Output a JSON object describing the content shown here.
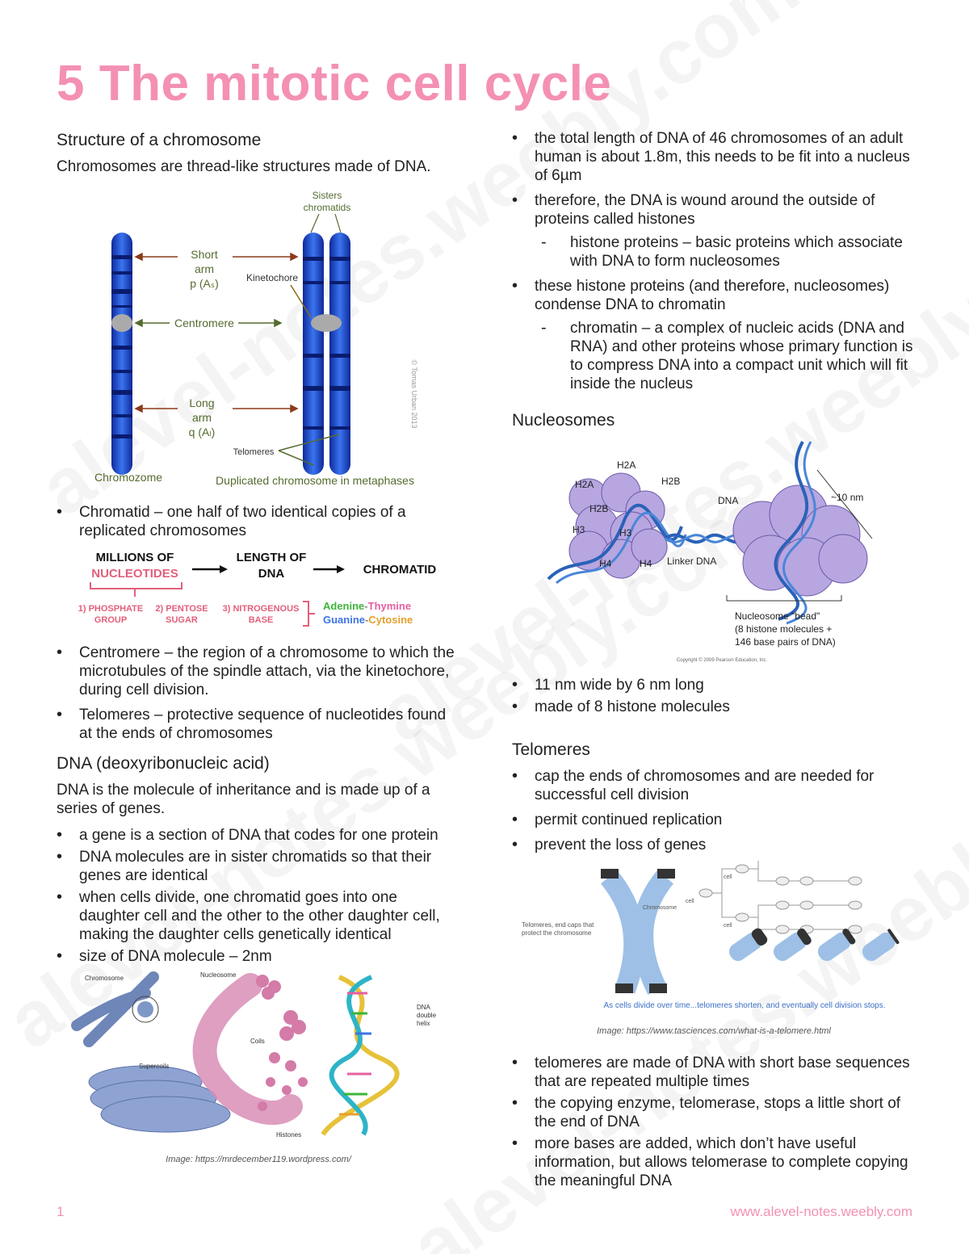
{
  "title": "5 The mitotic cell cycle",
  "left": {
    "s1_heading": "Structure of a chromosome",
    "s1_intro": "Chromosomes are thread-like structures made of DNA.",
    "fig1": {
      "sisters": "Sisters",
      "chromatids": "chromatids",
      "short": "Short",
      "arm": "arm",
      "p": "p (Aₛ)",
      "kinetochore": "Kinetochore",
      "centromere": "Centromere",
      "long": "Long",
      "arm2": "arm",
      "q": "q (Aₗ)",
      "telomeres": "Telomeres",
      "copyright": "© Tomas Urban 2013",
      "chromozome": "Chromozome",
      "duplicated": "Duplicated chromosome in metaphases"
    },
    "chromatid_bullet": "Chromatid – one half of two identical copies of a replicated chromosomes",
    "fig2": {
      "millions_of": "MILLIONS OF",
      "nucleotides": "NUCLEOTIDES",
      "length_of": "LENGTH OF",
      "dna": "DNA",
      "chromatid": "CHROMATID",
      "phosphate1": "1) PHOSPHATE",
      "phosphate2": "GROUP",
      "pentose1": "2) PENTOSE",
      "pentose2": "SUGAR",
      "nitrogenous1": "3) NITROGENOUS",
      "nitrogenous2": "BASE",
      "adenine": "Adenine",
      "thymine": "Thymine",
      "guanine": "Guanine",
      "cytosine": "Cytosine"
    },
    "bullets_a": [
      "Centromere – the region of a chromosome to which the microtubules of the spindle attach, via the kinetochore, during cell division.",
      "Telomeres – protective sequence of nucleotides found at the ends of chromosomes"
    ],
    "s2_heading": "DNA (deoxyribonucleic acid)",
    "s2_intro": "DNA is the molecule of inheritance and is made up of a series of genes.",
    "bullets_b": [
      "a gene is a section of DNA that codes for one protein",
      "DNA molecules are in sister chromatids so that their genes are identical",
      "when cells divide, one chromatid goes into one daughter cell and the other to the other daughter cell, making the daughter cells genetically identical",
      "size of DNA molecule – 2nm"
    ],
    "fig3": {
      "chromosome": "Chromosome",
      "nucleosome": "Nucleosome",
      "dna": "DNA",
      "double": "double",
      "helix": "helix",
      "coils": "Coils",
      "supercoils": "Supercoils",
      "histones": "Histones"
    },
    "fig3_caption_prefix": "Image: ",
    "fig3_caption_link": "https://mrdecember119.wordpress.com/"
  },
  "right": {
    "bullets_top": [
      "the total length of DNA of 46 chromosomes of an adult human is about 1.8m, this needs to be fit into a nucleus of 6µm",
      "therefore, the DNA is wound around the outside of proteins called histones"
    ],
    "sub_histone": "histone proteins – basic proteins which associate with DNA to form nucleosomes",
    "bullet_condense": "these histone proteins (and therefore, nucleosomes) condense DNA to chromatin",
    "sub_chromatin": "chromatin – a complex of nucleic acids (DNA and RNA) and other proteins whose primary function is to compress DNA into a compact unit which will fit inside the nucleus",
    "nucleosomes_heading": "Nucleosomes",
    "fig4": {
      "h2a_top": "H2A",
      "h2a": "H2A",
      "h2b_top": "H2B",
      "h2b": "H2B",
      "h3": "H3",
      "h3b": "H3",
      "h4": "H4",
      "h4b": "H4",
      "dna": "DNA",
      "nm": "~10 nm",
      "linker": "Linker DNA",
      "bead1": "Nucleosome \"bead\"",
      "bead2": "(8 histone molecules +",
      "bead3": "146 base pairs of DNA)",
      "copyright": "Copyright © 2009 Pearson Education, Inc."
    },
    "nucleosome_bullets": [
      "11 nm wide by 6 nm long",
      "made of 8 histone molecules"
    ],
    "telomeres_heading": "Telomeres",
    "telomere_bullets": [
      "cap the ends of chromosomes and are needed for successful cell division",
      "permit continued replication",
      "prevent the loss of genes"
    ],
    "fig5": {
      "end_caps1": "Telomeres, end caps that",
      "end_caps2": "protect the chromosome",
      "chromosome": "Chromosome",
      "cell": "cell",
      "cell2": "cell",
      "cell3": "cell",
      "caption": "As cells divide over time...telomeres shorten, and eventually cell division stops."
    },
    "fig5_caption_prefix": "Image: ",
    "fig5_caption_link": "https://www.tasciences.com/what-is-a-telomere.html",
    "bullets_bottom": [
      "telomeres are made of DNA with short base sequences that are repeated multiple times",
      "the copying enzyme, telomerase, stops a little short of the end of DNA",
      "more bases are added, which don’t have useful information, but allows telomerase to complete copying the meaningful DNA"
    ]
  },
  "footer": {
    "page": "1",
    "site": "www.alevel-notes.weebly.com"
  },
  "watermark_text": "alevel-notes.weebly.com",
  "colors": {
    "accent_pink": "#f490b4",
    "chromosome_blue": "#1f4fd6",
    "nucleosome_purple": "#b7a6e0",
    "dna_blue": "#2a62b8",
    "label_green": "#556b2f"
  }
}
